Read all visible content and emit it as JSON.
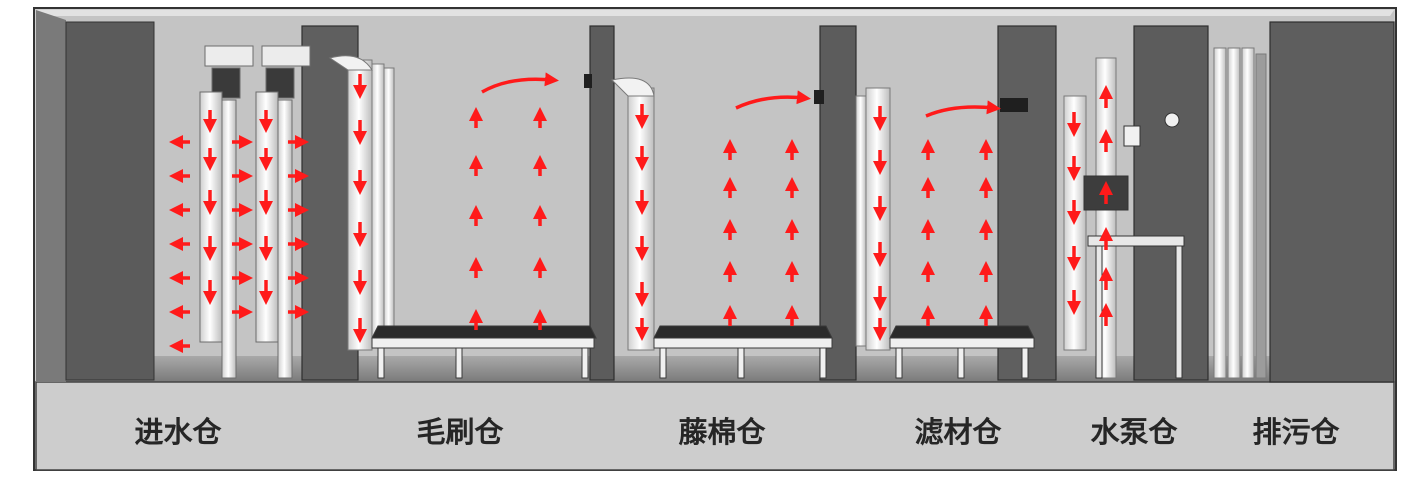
{
  "title": "过滤系统 分仓示意图",
  "chambers": [
    {
      "id": "inlet",
      "label": "进水仓"
    },
    {
      "id": "brush",
      "label": "毛刷仓"
    },
    {
      "id": "cotton",
      "label": "藤棉仓"
    },
    {
      "id": "media",
      "label": "滤材仓"
    },
    {
      "id": "pump",
      "label": "水泵仓"
    },
    {
      "id": "drain",
      "label": "排污仓"
    }
  ],
  "colors": {
    "flow_arrow": "#ff1a1a",
    "concrete": "#c9c9c9",
    "back_wall": "#bdbdbd",
    "partition": "#5e5e5e",
    "pipe": "#f4f4f4",
    "floor": "#8a8a8a",
    "rack_top": "#2b2b2b"
  }
}
